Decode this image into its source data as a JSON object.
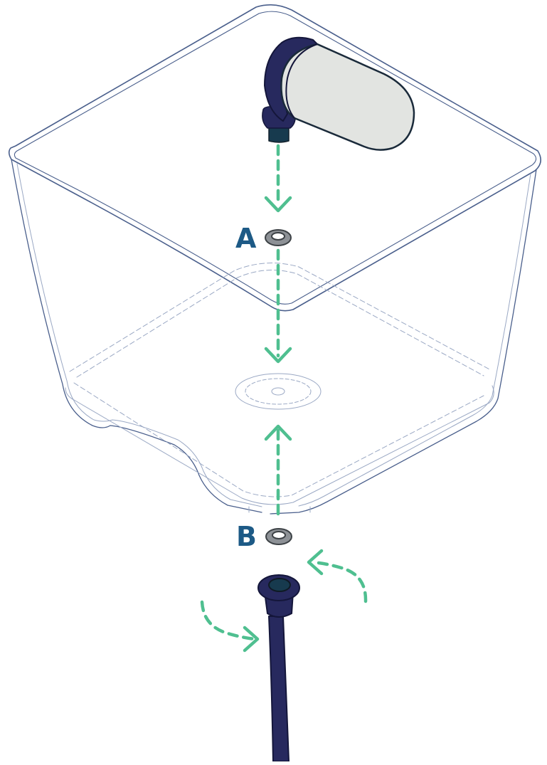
{
  "labels": {
    "washer_a": "A",
    "washer_b": "B"
  },
  "colors": {
    "outline": "#4a5f8c",
    "outline_light": "#9aa8c4",
    "navy": "#27295e",
    "dark_teal": "#173a4e",
    "filter_body": "#e2e4e1",
    "label": "#1d5a86",
    "arrow": "#4fbf90",
    "washer_fill": "#8d9196",
    "washer_dark": "#3d4246",
    "background": "#ffffff"
  },
  "icons": {
    "container": "transparent-square-tank",
    "filter": "cylinder-filter-cartridge",
    "washer": "rubber-washer-ring",
    "hose": "hose-connector"
  }
}
